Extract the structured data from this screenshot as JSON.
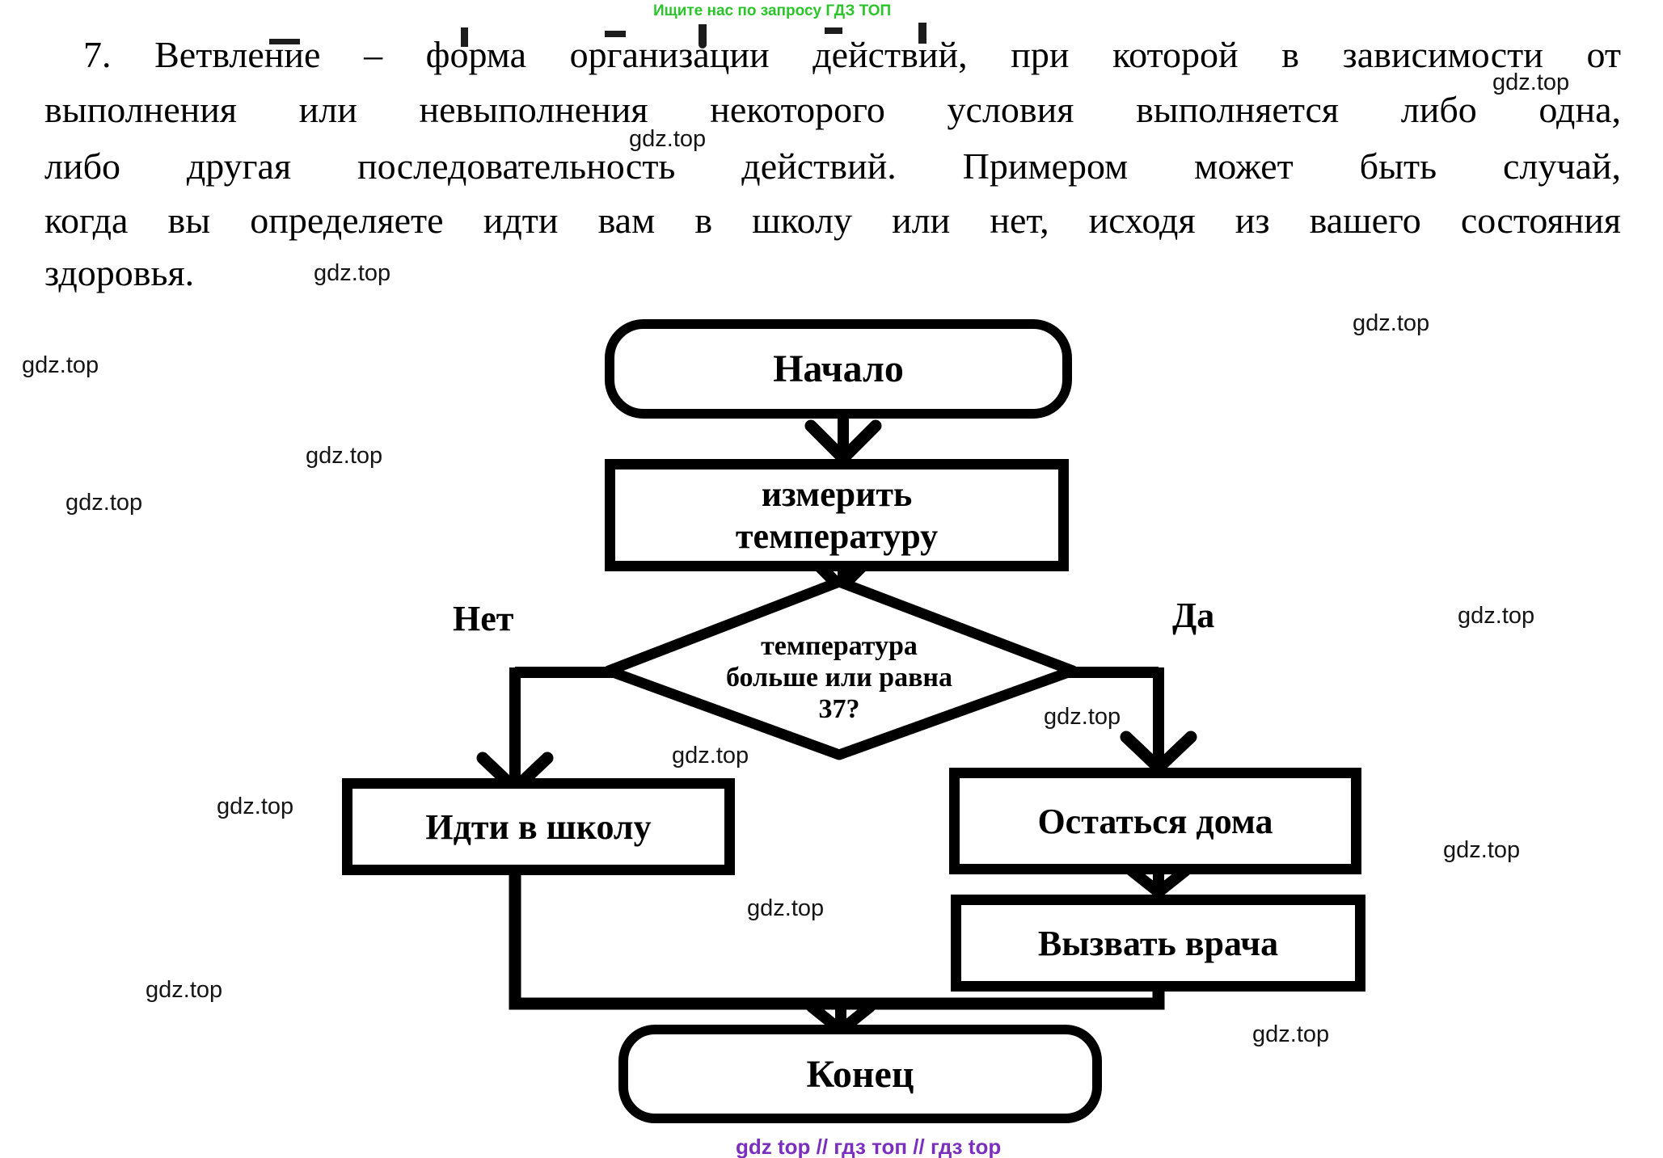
{
  "promo_top": {
    "text": "Ищите нас по запросу ГДЗ ТОП",
    "color": "#2bc52b"
  },
  "paragraph": {
    "lines": [
      "7.   Ветвление – форма организации действий, при которой в зависимости от",
      "выполнения или невыполнения некоторого условия выполняется либо одна,",
      "либо другая последовательность действий. Примером может быть случай,",
      "когда вы определяете идти вам в школу или нет, исходя из вашего состояния",
      "здоровья."
    ]
  },
  "watermark": {
    "text": "gdz.top"
  },
  "flowchart": {
    "start_label": "Начало",
    "process_line1": "измерить",
    "process_line2": "температуру",
    "decision_line1": "температура",
    "decision_line2": "больше или равна",
    "decision_line3": "37?",
    "no_label": "Нет",
    "yes_label": "Да",
    "no_action_label": "Идти в школу",
    "yes_action1_label": "Остаться дома",
    "yes_action2_label": "Вызвать врача",
    "end_label": "Конец",
    "line_color": "#000000"
  },
  "footer": {
    "text": "gdz top  //  гдз топ  //  гдз top",
    "color": "#7b2fbf"
  }
}
